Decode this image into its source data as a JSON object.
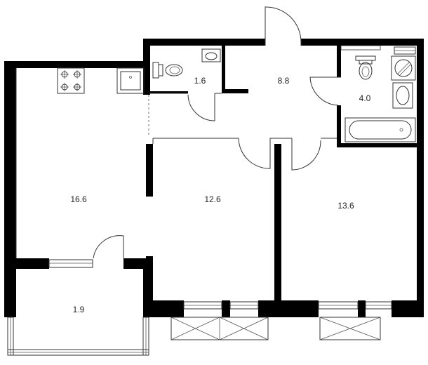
{
  "colors": {
    "wall": "#000000",
    "line": "#333333",
    "background": "#ffffff"
  },
  "rooms": {
    "living_kitchen": {
      "area": "16.6"
    },
    "bedroom_middle": {
      "area": "12.6"
    },
    "bedroom_right": {
      "area": "13.6"
    },
    "hallway": {
      "area": "8.8"
    },
    "toilet": {
      "area": "1.6"
    },
    "bathroom": {
      "area": "4.0"
    },
    "balcony": {
      "area": "1.9"
    }
  },
  "icons": {
    "stove": "stove-icon",
    "sink": "sink-icon",
    "toilet": "toilet-icon",
    "bathtub": "bathtub-icon",
    "washer": "washing-machine-icon"
  }
}
